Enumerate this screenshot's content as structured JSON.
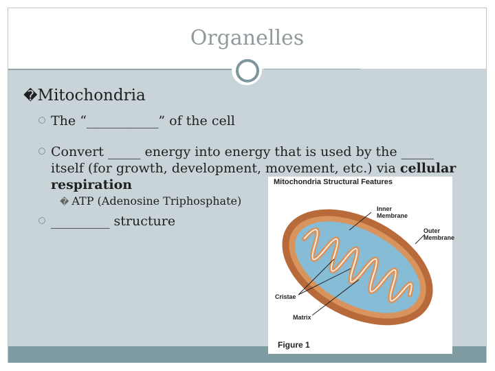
{
  "slide": {
    "title": "Organelles",
    "heading_box": "�",
    "heading": "Mitochondria",
    "bullets": [
      {
        "text": "The “___________” of the cell"
      },
      {
        "text_line1": "Convert _____ energy into energy that is used by the _____",
        "text_line2_plain": "itself (for growth, development, movement, etc.) via ",
        "text_line2_bold": "cellular",
        "text_line3_bold": "respiration"
      },
      {
        "text": "_________ structure"
      }
    ],
    "sub_bullet": {
      "box": "�",
      "text": "ATP (Adenosine Triphosphate)"
    }
  },
  "figure": {
    "title": "Mitochondria Structural Features",
    "labels": {
      "inner_1": "Inner",
      "inner_2": "Membrane",
      "outer_1": "Outer",
      "outer_2": "Membrane",
      "cristae": "Cristae",
      "matrix": "Matrix"
    },
    "caption": "Figure 1"
  },
  "colors": {
    "slide_bg": "#c8d4d8",
    "accent": "#7d9ba1",
    "title": "#8f9a9d",
    "membrane_outer": "#b86a3a",
    "matrix": "#86bcd6"
  }
}
